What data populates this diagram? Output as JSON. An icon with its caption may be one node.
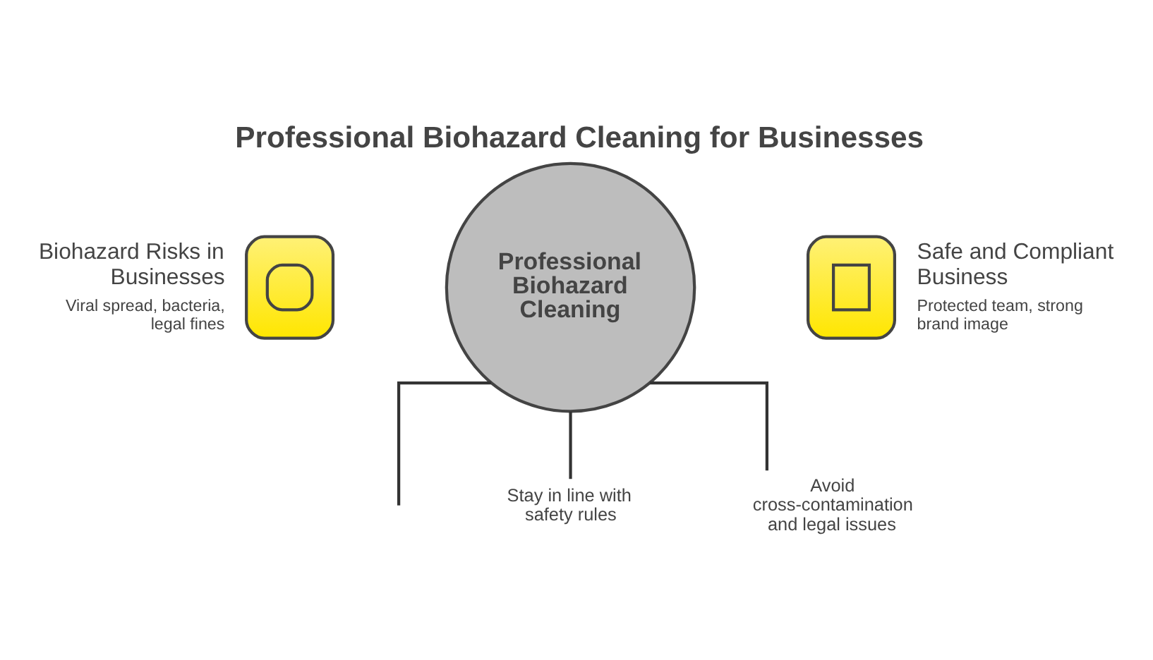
{
  "diagram": {
    "title": "Professional Biohazard Cleaning for Businesses",
    "nodes": [
      {
        "text": [
          "Biohazard Risks in Businesses",
          "Viral spread, bacteria, legal fines"
        ]
      },
      {
        "text": [
          "Professional Biohazard Cleaning"
        ]
      },
      {
        "text": [
          "Safe and Compliant Business",
          "Protected team, strong brand image"
        ]
      },
      {
        "text": [
          "Stay in line with safety rules"
        ]
      },
      {
        "text": [
          "Avoid cross-contamination and legal issues"
        ]
      }
    ],
    "edges": [
      {
        "from": 1,
        "to": null,
        "arrow": "none"
      },
      {
        "from": 1,
        "to": 3,
        "arrow": "none"
      },
      {
        "from": 1,
        "to": 4,
        "arrow": "none"
      }
    ]
  }
}
